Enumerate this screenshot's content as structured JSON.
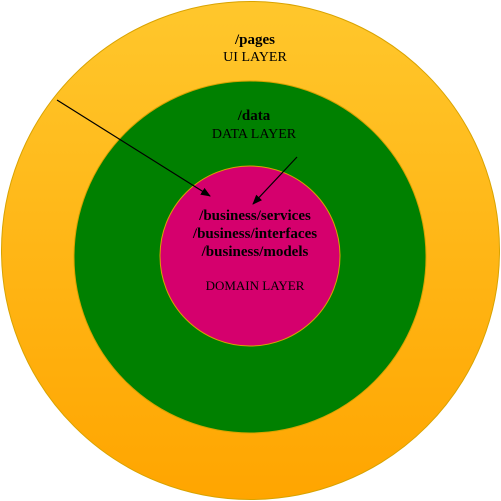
{
  "layers": {
    "ui": {
      "path": "/pages",
      "name": "UI LAYER",
      "color_top": "#FFC72C",
      "color_bottom": "#FFA500"
    },
    "data": {
      "path": "/data",
      "name": "DATA LAYER",
      "color": "#008000"
    },
    "domain": {
      "paths": [
        "/business/services",
        "/business/interfaces",
        "/business/models"
      ],
      "name": "DOMAIN LAYER",
      "color": "#D5006D"
    }
  },
  "border_color": "#D9A300",
  "arrow_color": "#000000"
}
